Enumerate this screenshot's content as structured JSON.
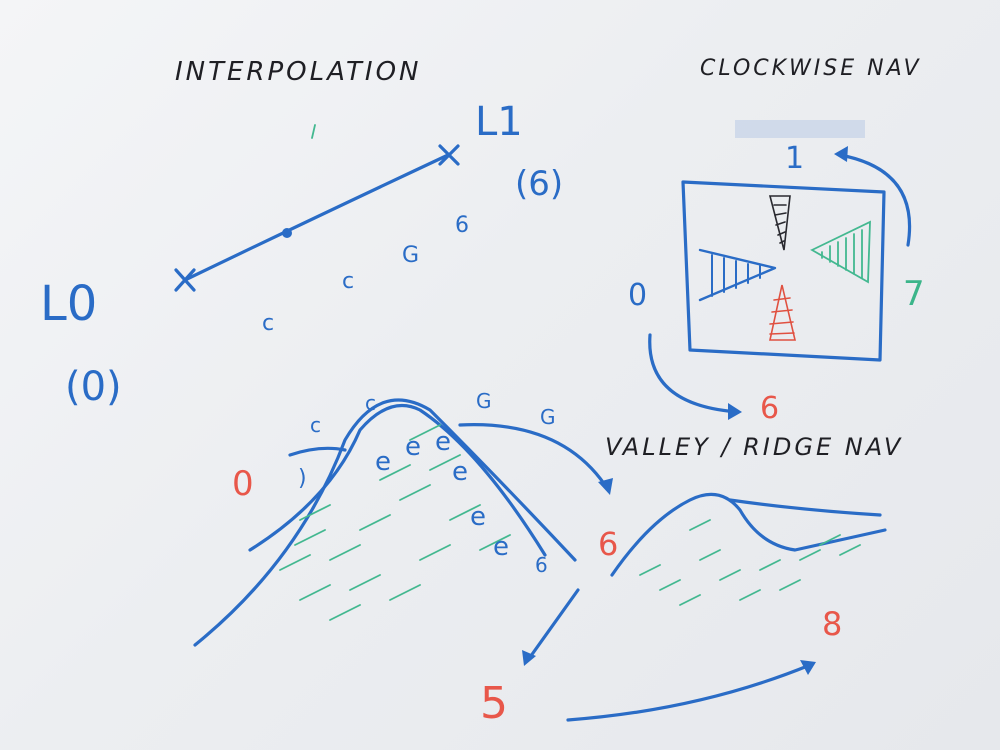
{
  "board": {
    "titles": {
      "interpolation": "INTERPOLATION",
      "clockwise": "CLOCKWISE NAV",
      "valley_ridge": "VALLEY / RIDGE NAV"
    },
    "interpolation": {
      "l0_label": "L0",
      "l0_value": "(0)",
      "l1_label": "L1",
      "l1_value": "(6)",
      "stroke_count_markers": [
        "c",
        "c",
        "G",
        "6"
      ]
    },
    "clockwise": {
      "top_label": "1",
      "left_label": "0",
      "right_label": "7",
      "bottom_label": "6"
    },
    "valley_ridge": {
      "left_label": "0",
      "right_label": "6",
      "bottom_label": "5",
      "far_label": "8",
      "small_six": "6"
    },
    "colors": {
      "blue": "#2a6cc6",
      "red": "#e8574a",
      "green": "#3bb58a",
      "black": "#1f1f24",
      "board": "#eef0f3"
    }
  }
}
